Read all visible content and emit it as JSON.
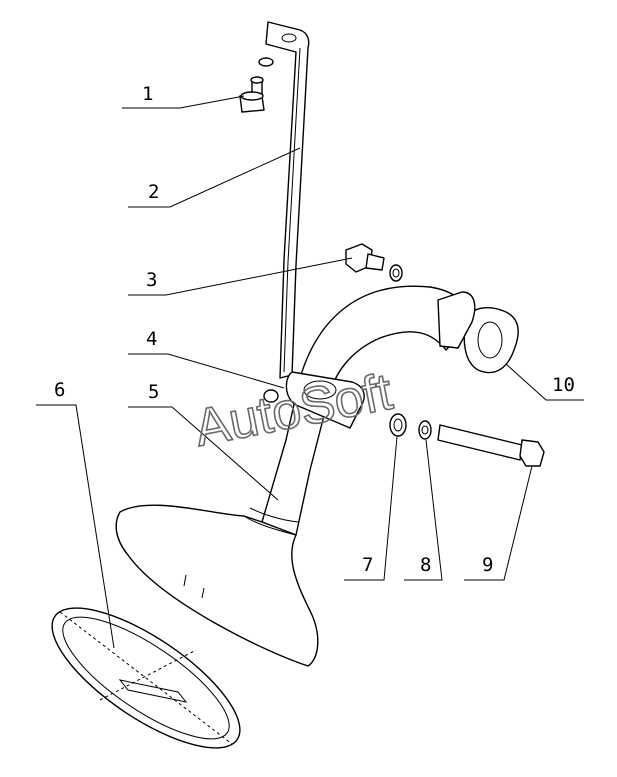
{
  "callouts": [
    {
      "id": "1",
      "label": "1"
    },
    {
      "id": "2",
      "label": "2"
    },
    {
      "id": "3",
      "label": "3"
    },
    {
      "id": "4",
      "label": "4"
    },
    {
      "id": "5",
      "label": "5"
    },
    {
      "id": "6",
      "label": "6"
    },
    {
      "id": "7",
      "label": "7"
    },
    {
      "id": "8",
      "label": "8"
    },
    {
      "id": "9",
      "label": "9"
    },
    {
      "id": "10",
      "label": "10"
    }
  ],
  "watermark": "AutoSoft",
  "colors": {
    "line": "#000000",
    "watermark": "#6a6a6a",
    "background": "#ffffff"
  }
}
